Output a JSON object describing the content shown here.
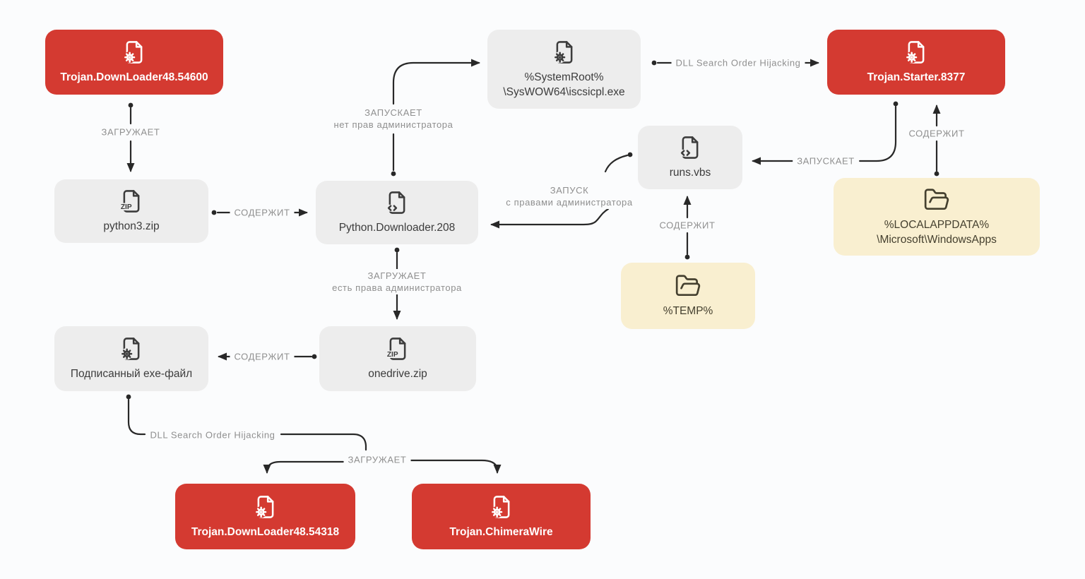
{
  "colors": {
    "malware_node": "#d43a31",
    "file_node": "#ededed",
    "folder_node": "#f9efd0",
    "connector_line": "#282828",
    "edge_label_text": "#8f8f8f",
    "background": "#fbfcfd"
  },
  "nodes": {
    "downloader54600": {
      "label": "Trojan.DownLoader48.54600",
      "type": "malware",
      "icon": "executable-file-icon"
    },
    "python3zip": {
      "label": "python3.zip",
      "type": "file",
      "icon": "zip-file-icon"
    },
    "pydownloader208": {
      "label": "Python.Downloader.208",
      "type": "file",
      "icon": "script-file-icon"
    },
    "iscsicpl": {
      "label_line1": "%SystemRoot%",
      "label_line2": "\\SysWOW64\\iscsicpl.exe",
      "type": "file",
      "icon": "executable-file-icon"
    },
    "starter8377": {
      "label": "Trojan.Starter.8377",
      "type": "malware",
      "icon": "executable-file-icon"
    },
    "runsvbs": {
      "label": "runs.vbs",
      "type": "file",
      "icon": "script-file-icon"
    },
    "localappdata": {
      "label_line1": "%LOCALAPPDATA%",
      "label_line2": "\\Microsoft\\WindowsApps",
      "type": "folder",
      "icon": "open-folder-icon"
    },
    "temp": {
      "label": "%TEMP%",
      "type": "folder",
      "icon": "open-folder-icon"
    },
    "onedrivezip": {
      "label": "onedrive.zip",
      "type": "file",
      "icon": "zip-file-icon"
    },
    "signedexe": {
      "label": "Подписанный exe-файл",
      "type": "file",
      "icon": "executable-file-icon"
    },
    "downloader54318": {
      "label": "Trojan.DownLoader48.54318",
      "type": "malware",
      "icon": "executable-file-icon"
    },
    "chimerawire": {
      "label": "Trojan.ChimeraWire",
      "type": "malware",
      "icon": "executable-file-icon"
    }
  },
  "edge_labels": {
    "downloads_1": "ЗАГРУЖАЕТ",
    "contains_1": "СОДЕРЖИТ",
    "launches_noadmin_line1": "ЗАПУСКАЕТ",
    "launches_noadmin_line2": "нет прав администратора",
    "dll_hijack_top": "DLL Search Order Hijacking",
    "launches_2": "ЗАПУСКАЕТ",
    "contains_2": "СОДЕРЖИТ",
    "launch_admin_line1": "ЗАПУСК",
    "launch_admin_line2": "с правами администратора",
    "contains_3": "СОДЕРЖИТ",
    "downloads_admin_line1": "ЗАГРУЖАЕТ",
    "downloads_admin_line2": "есть права администратора",
    "contains_4": "СОДЕРЖИТ",
    "dll_hijack_bottom": "DLL Search Order Hijacking",
    "downloads_2": "ЗАГРУЖАЕТ"
  },
  "edges": [
    {
      "from": "Trojan.DownLoader48.54600",
      "to": "python3.zip",
      "label": "ЗАГРУЖАЕТ"
    },
    {
      "from": "python3.zip",
      "to": "Python.Downloader.208",
      "label": "СОДЕРЖИТ"
    },
    {
      "from": "Python.Downloader.208",
      "to": "%SystemRoot%\\SysWOW64\\iscsicpl.exe",
      "label": "ЗАПУСКАЕТ нет прав администратора"
    },
    {
      "from": "%SystemRoot%\\SysWOW64\\iscsicpl.exe",
      "to": "Trojan.Starter.8377",
      "label": "DLL Search Order Hijacking"
    },
    {
      "from": "Trojan.Starter.8377",
      "to": "runs.vbs",
      "label": "ЗАПУСКАЕТ"
    },
    {
      "from": "%LOCALAPPDATA%\\Microsoft\\WindowsApps",
      "to": "Trojan.Starter.8377",
      "label": "СОДЕРЖИТ"
    },
    {
      "from": "runs.vbs",
      "to": "Python.Downloader.208",
      "label": "ЗАПУСК с правами администратора"
    },
    {
      "from": "%TEMP%",
      "to": "runs.vbs",
      "label": "СОДЕРЖИТ"
    },
    {
      "from": "Python.Downloader.208",
      "to": "onedrive.zip",
      "label": "ЗАГРУЖАЕТ есть права администратора"
    },
    {
      "from": "onedrive.zip",
      "to": "Подписанный exe-файл",
      "label": "СОДЕРЖИТ"
    },
    {
      "from": "Подписанный exe-файл",
      "to": "Trojan.DownLoader48.54318",
      "label": "DLL Search Order Hijacking, ЗАГРУЖАЕТ"
    },
    {
      "from": "Подписанный exe-файл",
      "to": "Trojan.ChimeraWire",
      "label": "DLL Search Order Hijacking, ЗАГРУЖАЕТ"
    }
  ]
}
